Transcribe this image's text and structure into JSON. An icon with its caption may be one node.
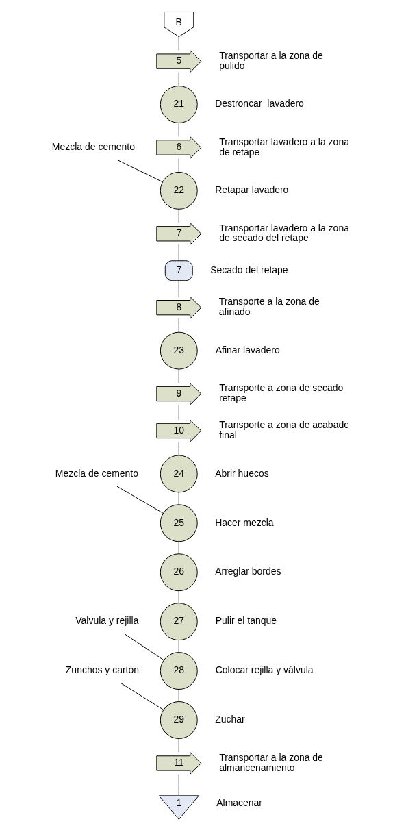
{
  "diagram": {
    "nodes": [
      {
        "text": [
          "B"
        ]
      },
      {
        "text": [
          "5"
        ],
        "beside": [
          "Transportar a la zona de pulido"
        ]
      },
      {
        "text": [
          "21"
        ],
        "beside": [
          "Destroncar  lavadero"
        ]
      },
      {
        "text": [
          "6"
        ],
        "beside": [
          "Transportar lavadero a la zona de retape"
        ]
      },
      {
        "text": [
          "Mezcla de cemento"
        ]
      },
      {
        "text": [
          "22"
        ],
        "beside": [
          "Retapar lavadero"
        ]
      },
      {
        "text": [
          "7"
        ],
        "beside": [
          "Transportar lavadero a la zona de secado del retape"
        ]
      },
      {
        "text": [
          "7"
        ],
        "beside": [
          "Secado del retape"
        ]
      },
      {
        "text": [
          "8"
        ],
        "beside": [
          "Transporte a la zona de afinado"
        ]
      },
      {
        "text": [
          "23"
        ],
        "beside": [
          "Afinar lavadero"
        ]
      },
      {
        "text": [
          "9"
        ],
        "beside": [
          "Transporte a zona de secado retape"
        ]
      },
      {
        "text": [
          "10"
        ],
        "beside": [
          "Transporte a zona de acabado final"
        ]
      },
      {
        "text": [
          "24"
        ],
        "beside": [
          "Abrir huecos"
        ]
      },
      {
        "text": [
          "Mezcla de cemento"
        ]
      },
      {
        "text": [
          "25"
        ],
        "beside": [
          "Hacer mezcla"
        ]
      },
      {
        "text": [
          "26"
        ],
        "beside": [
          "Arreglar bordes"
        ]
      },
      {
        "text": [
          "27"
        ],
        "beside": [
          "Pulir el tanque"
        ]
      },
      {
        "text": [
          "Valvula y rejilla"
        ]
      },
      {
        "text": [
          "28"
        ],
        "beside": [
          "Colocar rejilla y válvula"
        ]
      },
      {
        "text": [
          "Zunchos y cartón"
        ]
      },
      {
        "text": [
          "29"
        ],
        "beside": [
          "Zuchar"
        ]
      },
      {
        "text": [
          "11"
        ],
        "beside": [
          "Transportar a la zona de almancenamiento"
        ]
      },
      {
        "text": [
          "1"
        ],
        "beside": [
          "Almacenar"
        ]
      }
    ],
    "edges": [
      {
        "from": 0,
        "to": 1,
        "arrow": "none"
      },
      {
        "from": 1,
        "to": 2,
        "arrow": "none"
      },
      {
        "from": 2,
        "to": 3,
        "arrow": "none"
      },
      {
        "from": 3,
        "to": 5,
        "arrow": "none"
      },
      {
        "from": 4,
        "to": 5,
        "arrow": "none"
      },
      {
        "from": 5,
        "to": 6,
        "arrow": "none"
      },
      {
        "from": 6,
        "to": 7,
        "arrow": "none"
      },
      {
        "from": 7,
        "to": 8,
        "arrow": "none"
      },
      {
        "from": 8,
        "to": 9,
        "arrow": "none"
      },
      {
        "from": 9,
        "to": 10,
        "arrow": "none"
      },
      {
        "from": 10,
        "to": 11,
        "arrow": "none"
      },
      {
        "from": 11,
        "to": 12,
        "arrow": "none"
      },
      {
        "from": 12,
        "to": 14,
        "arrow": "none"
      },
      {
        "from": 13,
        "to": 14,
        "arrow": "none"
      },
      {
        "from": 14,
        "to": 15,
        "arrow": "none"
      },
      {
        "from": 15,
        "to": 16,
        "arrow": "none"
      },
      {
        "from": 16,
        "to": 18,
        "arrow": "none"
      },
      {
        "from": 17,
        "to": 18,
        "arrow": "none"
      },
      {
        "from": 18,
        "to": 20,
        "arrow": "none"
      },
      {
        "from": 19,
        "to": 20,
        "arrow": "none"
      },
      {
        "from": 20,
        "to": 21,
        "arrow": "none"
      },
      {
        "from": 21,
        "to": 22,
        "arrow": "none"
      }
    ]
  }
}
